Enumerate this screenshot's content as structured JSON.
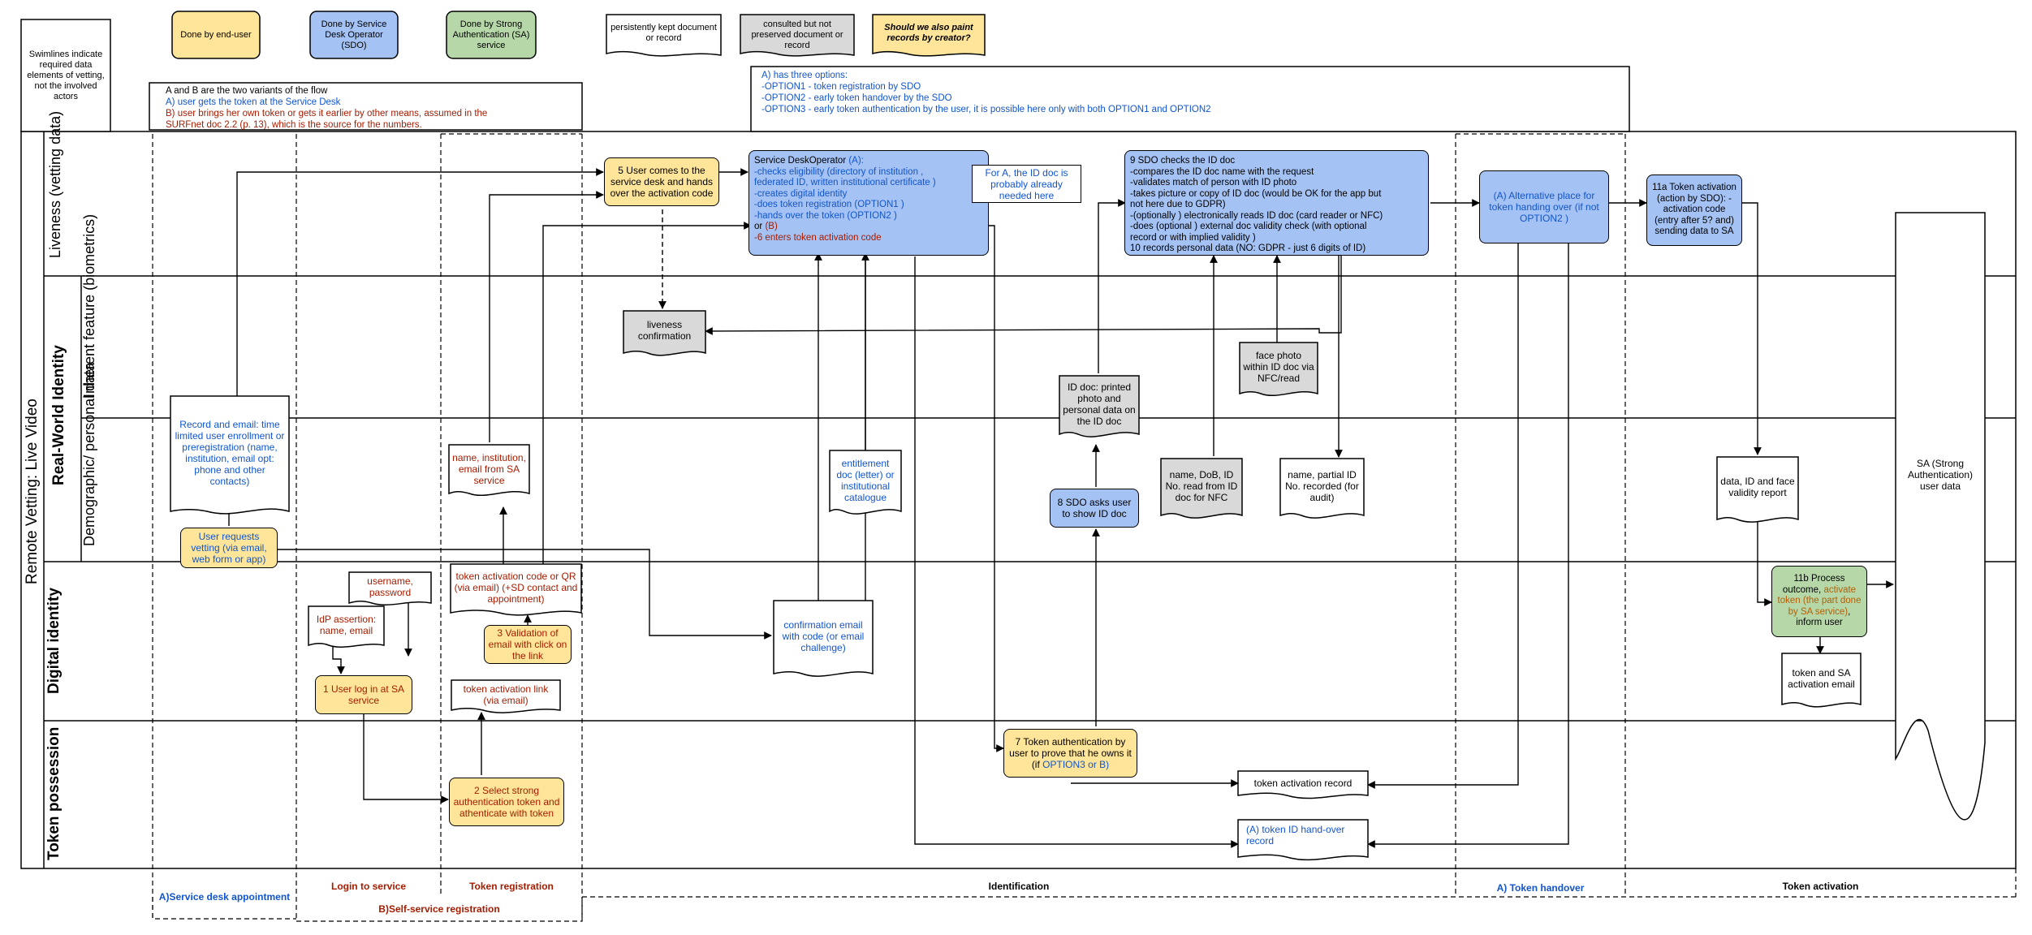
{
  "legend": {
    "swimlanes_note": "Swimlines indicate required data elements of vetting, not the involved actors",
    "end_user": "Done by end-user",
    "sdo": "Done by Service Desk Operator (SDO)",
    "sa": "Done by Strong Authentication (SA) service",
    "kept_doc": "persistently kept document or record",
    "consulted_doc": "consulted but not preserved document or record",
    "paint_q": "Should we also paint records by creator?"
  },
  "variants": {
    "line1": "A and B are the two variants of the flow",
    "line2": "A) user gets the token at the Service  Desk",
    "line3": "B) user brings her own token or gets it earlier  by other means, assumed in the",
    "line4": "SURFnet doc 2.2 (p. 13), which is the source for the numbers."
  },
  "options": {
    "line1": "A) has three options:",
    "line2": "-OPTION1  - token registration by SDO",
    "line3": "-OPTION2  - early token handover  by the SDO",
    "line4": "-OPTION3  - early token authentication   by the user, it is possible here only with both  OPTION1  and OPTION2"
  },
  "lanes": {
    "outer": "Remote Vetting: Live Video",
    "real_world": "Real-World Identity",
    "liveness": "Liveness (vetting data)",
    "inherent": "Inherent feature (biometrics)",
    "demographic": "Demographic/ personal data",
    "digital": "Digital identity",
    "token": "Token possession"
  },
  "phases": {
    "sd_appt": "A)Service desk appointment",
    "login": "Login to service",
    "token_reg": "Token registration",
    "self_reg": "B)Self-service registration",
    "identification": "Identification",
    "handover": "A) Token handover",
    "activation": "Token activation"
  },
  "nodes": {
    "n5": "5 User comes to the service desk and hands over the activation code",
    "sdo_l1": "Service  DeskOperator",
    "sdo_l1b": "(A):",
    "sdo_l2": "-checks eligibility   (directory of institution ,",
    "sdo_l3": "federated  ID, written  institutional  certificate )",
    "sdo_l4": "-creates digital  identity",
    "sdo_l5": "-does token registration (OPTION1 )",
    "sdo_l6": "-hands over the token (OPTION2 )",
    "sdo_l7": "or",
    "sdo_l7b": "(B)",
    "sdo_l8": "-6 enters token activation   code",
    "fora": "For A, the ID doc is probably already needed here",
    "n9_l1": "9 SDO checks the ID doc",
    "n9_l2": "-compares the ID doc name with the request",
    "n9_l3": "-validates  match of person with ID photo",
    "n9_l4": "-takes picture  or copy of ID doc (would be OK for the app but",
    "n9_l5": "not here due to GDPR)",
    "n9_l6": "-(optionally  ) electronically   reads ID doc (card reader or NFC)",
    "n9_l7": "-does (optional  ) external  doc validity   check (with optional",
    "n9_l8": "record or with implied  validity  )",
    "n9_l9": "10 records personal data  (NO: GDPR - just 6 digits of ID)",
    "alt_place": "(A) Alternative   place  for token handing  over (if not OPTION2 )",
    "n11a": "11a Token activation (action by SDO): -activation code (entry after 5? and) sending data to SA",
    "liveness_conf": "liveness confirmation",
    "face_photo": "face photo within ID doc via NFC/read",
    "id_doc": "ID doc: printed photo and personal data on the ID doc",
    "record_email": "Record and email: time limited user enrollment or preregistration (name, institution, email opt: phone and other contacts)",
    "name_inst": "name, institution, email from SA service",
    "entitlement": "entitlement doc (letter) or institutional catalogue",
    "n8": "8 SDO asks user to show ID doc",
    "name_dob": "name, DoB, ID No. read from ID doc for NFC",
    "name_partial": "name, partial ID No. recorded (for audit)",
    "data_report": "data, ID and face validity report",
    "sa_data": "SA (Strong Authentication) user data",
    "user_req": "User requests vetting (via email, web form or app)",
    "username": "username, password",
    "idp": "IdP assertion: name, email",
    "n1": "1 User log in at SA service",
    "tok_code": "token activation code or QR (via email) (+SD contact and appointment)",
    "n3": "3 Validation of email with click on the link",
    "tok_link": "token activation link (via email)",
    "conf_email": "confirmation email with code (or email challenge)",
    "n11b_a": "11b Process outcome,",
    "n11b_b": "activate token (the part done by SA service)",
    "n11b_c": ", inform user",
    "tok_sa_email": "token and SA activation email",
    "n2": "2 Select strong authentication token and athenticate with token",
    "n7_a": "7 Token authentication by user to prove that he owns it (if",
    "n7_b": "OPTION3 or B)",
    "tok_rec": "token activation   record",
    "tok_handover": "(A) token ID hand-over record"
  },
  "colors": {
    "yellow": "#FFE599",
    "blue": "#A4C2F4",
    "green": "#B6D7A8",
    "grey": "#D9D9D9",
    "text_blue": "#1155CC",
    "text_red": "#A61C00"
  }
}
